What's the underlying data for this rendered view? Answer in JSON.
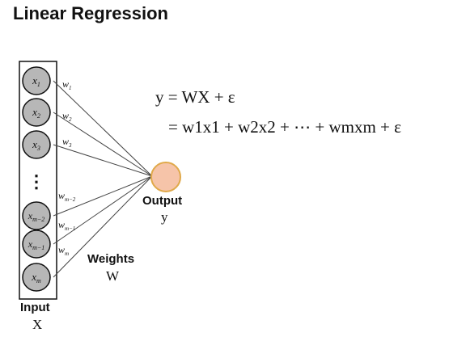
{
  "title": "Linear Regression",
  "input": {
    "label": "Input",
    "symbol": "X",
    "nodes": [
      "x_1",
      "x_2",
      "x_3",
      "⋮",
      "x_{m−2}",
      "x_{m−1}",
      "x_m"
    ]
  },
  "weights": {
    "label": "Weights",
    "symbol": "W",
    "edges": [
      "w_1",
      "w_2",
      "w_3",
      "w_{m−2}",
      "w_{m−1}",
      "w_m"
    ]
  },
  "output": {
    "label": "Output",
    "symbol": "y"
  },
  "equation": {
    "line1": "y = WX + ε",
    "line2": "= w1x1 + w2x2 + ⋯ + wmxm + ε"
  },
  "colors": {
    "input_node_fill": "#b7b7b7",
    "output_node_fill": "#f6c4a9",
    "output_node_stroke": "#e0a94a",
    "edge": "#444444"
  }
}
